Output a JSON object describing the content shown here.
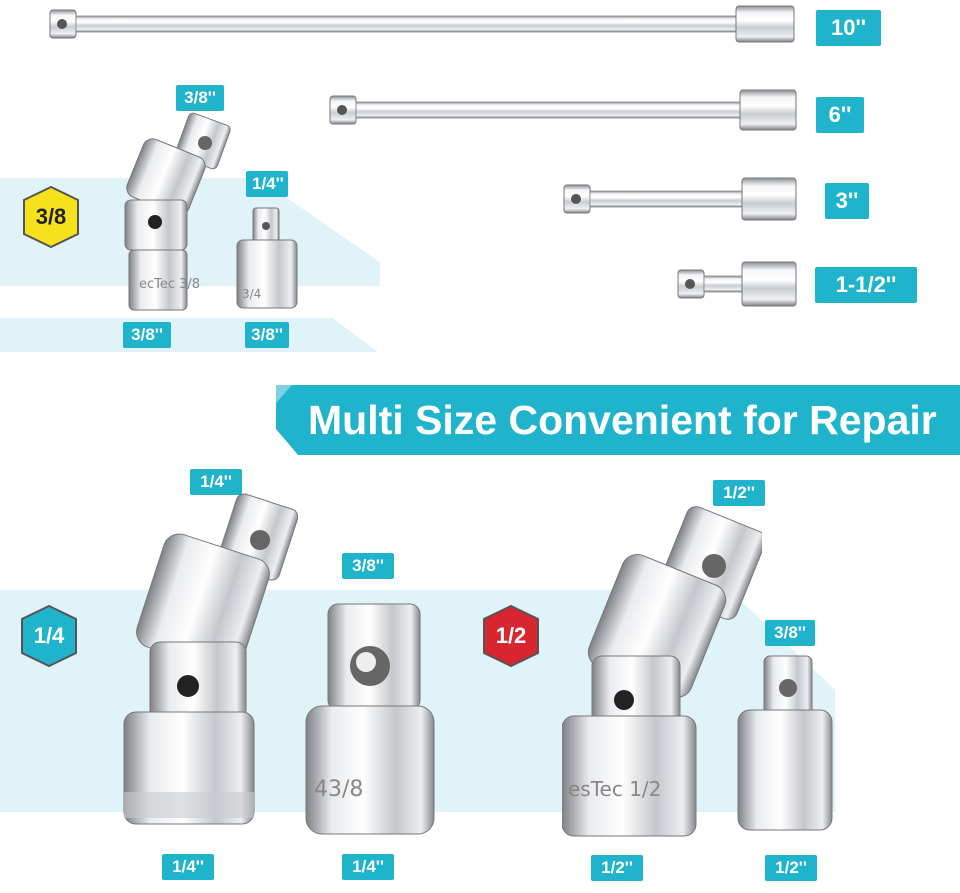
{
  "colors": {
    "accent": "#1fb3cc",
    "band": "#dff3f9",
    "badge_38": "#f5e21c",
    "badge_14": "#1fb3cc",
    "badge_12": "#d7262f"
  },
  "extensions": [
    {
      "size": "10''"
    },
    {
      "size": "6''"
    },
    {
      "size": "3''"
    },
    {
      "size": "1-1/2''"
    }
  ],
  "sections": {
    "three_eighths": {
      "badge": "3/8",
      "joint": {
        "top": "3/8''",
        "bottom": "3/8''",
        "engraving": "ecTec 3/8"
      },
      "adapter": {
        "top": "1/4''",
        "bottom": "3/8''",
        "engraving": "3/4"
      }
    },
    "one_quarter": {
      "badge": "1/4",
      "joint": {
        "top": "1/4''",
        "bottom": "1/4''"
      },
      "adapter": {
        "top": "3/8''",
        "bottom": "1/4''",
        "engraving": "43/8"
      }
    },
    "one_half": {
      "badge": "1/2",
      "joint": {
        "top": "1/2''",
        "bottom": "1/2''",
        "engraving": "esTec 1/2"
      },
      "adapter": {
        "top": "3/8''",
        "bottom": "1/2''"
      }
    }
  },
  "banner": {
    "title": "Multi Size Convenient for Repair"
  }
}
